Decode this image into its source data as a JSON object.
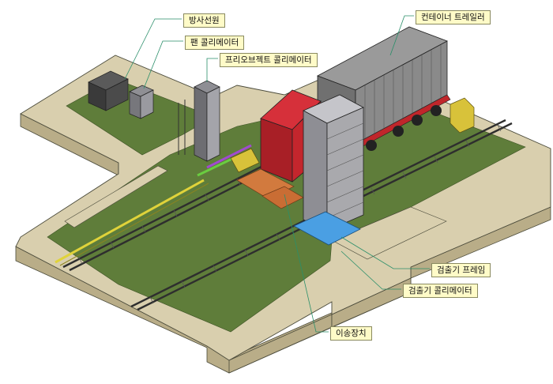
{
  "labels": {
    "radiation_source": "방사선원",
    "fan_collimator": "팬 콜리메이터",
    "preobject_collimator": "프리오브젝트 콜리메이터",
    "container_trailer": "컨테이너 트레일러",
    "detector_frame": "검출기 프레임",
    "detector_collimator": "검출기 콜리메이터",
    "transfer_device": "이송장치"
  },
  "colors": {
    "ground": "#5f7d3a",
    "slab": "#d9cfae",
    "slab_side": "#b9ad88",
    "rail": "#3a3a3a",
    "yellow_rail": "#e0d33a",
    "truck_red": "#c0262b",
    "container": "#8a8a8a",
    "detector": "#a9a9ad",
    "base_blue": "#4a9fe3",
    "leader": "#2a8f6a",
    "label_bg": "#fffbc8"
  }
}
